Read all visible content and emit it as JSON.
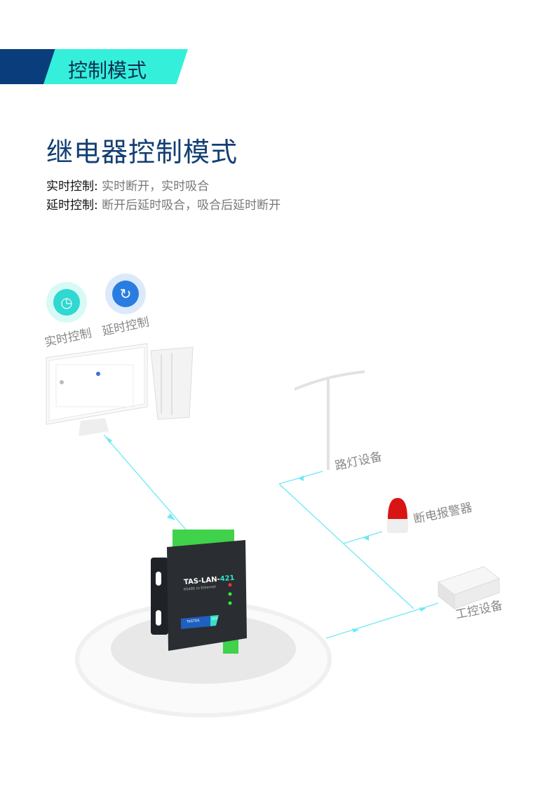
{
  "banner": {
    "title": "控制模式"
  },
  "heading": "继电器控制模式",
  "modes": [
    {
      "label": "实时控制:",
      "desc": "实时断开，实时吸合"
    },
    {
      "label": "延时控制:",
      "desc": "断开后延时吸合，吸合后延时断开"
    }
  ],
  "icons": [
    {
      "name": "clock-icon",
      "label": "实时控制",
      "color": "#2fd8d0"
    },
    {
      "name": "timer-icon",
      "label": "延时控制",
      "color": "#2a7de0"
    }
  ],
  "device": {
    "model_prefix": "TAS-LAN-",
    "model_suffix": "421",
    "subtitle": "RS485 to Ethernet",
    "brand": "TASTEK",
    "badge": "IOT"
  },
  "targets": [
    {
      "label": "路灯设备"
    },
    {
      "label": "断电报警器"
    },
    {
      "label": "工控设备"
    }
  ],
  "colors": {
    "line": "#6ee9f2",
    "navy": "#0a3d7c",
    "teal": "#34f0da"
  }
}
